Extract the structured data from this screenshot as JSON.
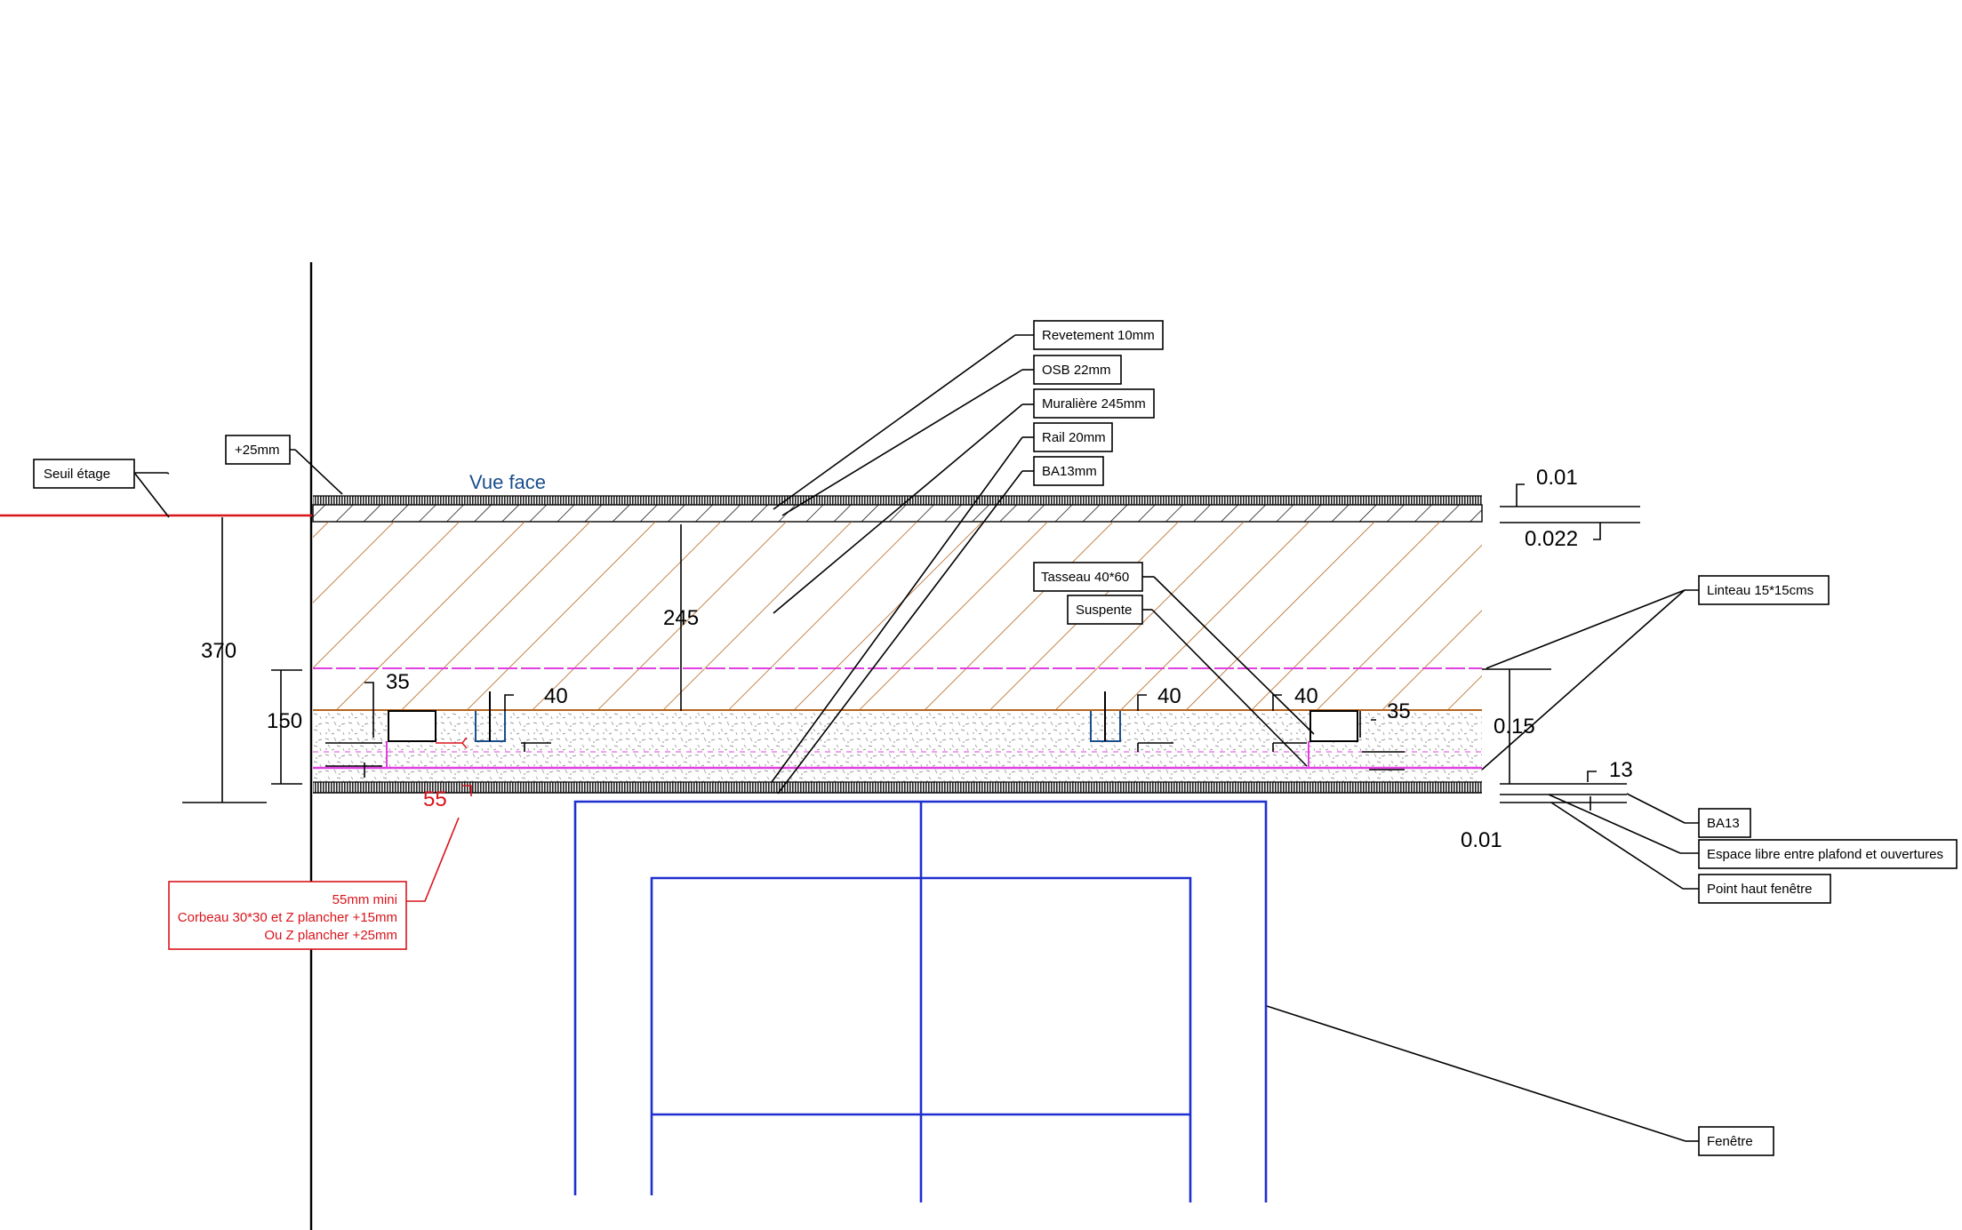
{
  "title": "Vue face",
  "labels": {
    "revetement": "Revetement 10mm",
    "osb": "OSB 22mm",
    "muraliere": "Muralière 245mm",
    "rail": "Rail 20mm",
    "ba13_top": "BA13mm",
    "tasseau": "Tasseau 40*60",
    "suspente": "Suspente",
    "linteau": "Linteau 15*15cms",
    "ba13": "BA13",
    "espace": "Espace libre entre plafond et ouvertures",
    "point_haut": "Point haut fenêtre",
    "fenetre": "Fenêtre",
    "seuil": "Seuil étage",
    "plus25": "+25mm"
  },
  "note": {
    "line1": "55mm mini",
    "line2": "Corbeau 30*30 et Z plancher +15mm",
    "line3": "Ou Z plancher +25mm"
  },
  "dims": {
    "d370": "370",
    "d150": "150",
    "d245": "245",
    "d35_left": "35",
    "d40_a": "40",
    "d40_b": "40",
    "d40_c": "40",
    "d35_right": "35",
    "d55": "55",
    "d001_top": "0.01",
    "d0022": "0.022",
    "d015": "0.15",
    "d13": "13",
    "d001_bottom": "0.01"
  },
  "colors": {
    "floor_line": "#d9141b",
    "joist_hatch": "#b5651d",
    "pink": "#e040e0",
    "window": "#1f2fd0",
    "label_blue": "#1a4e8c"
  }
}
